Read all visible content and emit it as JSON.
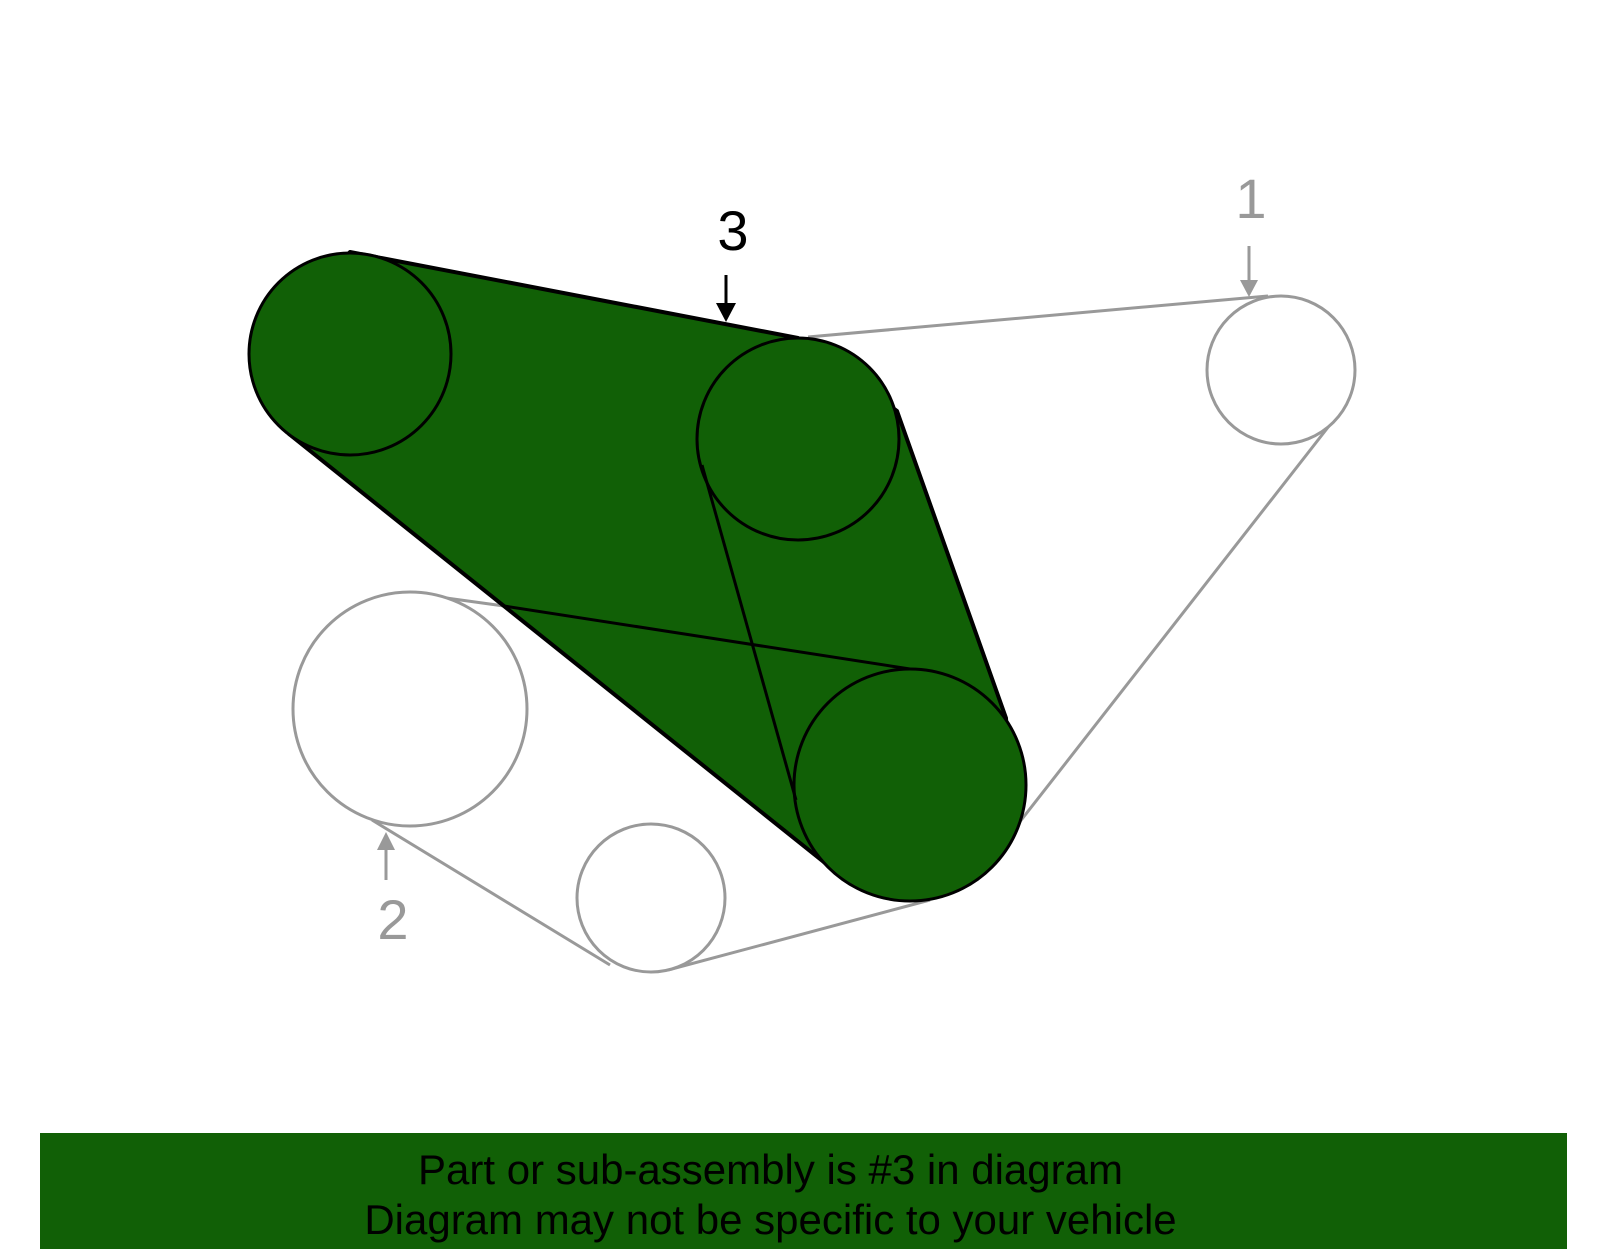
{
  "colors": {
    "highlight_fill": "#116006",
    "highlight_stroke": "#000000",
    "dim_stroke": "#999999",
    "banner_bg": "#116006",
    "banner_text": "#000000"
  },
  "callouts": {
    "part1": "1",
    "part2": "2",
    "part3": "3"
  },
  "banner": {
    "line1": "Part or sub-assembly is #3 in diagram",
    "line2": "Diagram may not be specific to your vehicle"
  }
}
